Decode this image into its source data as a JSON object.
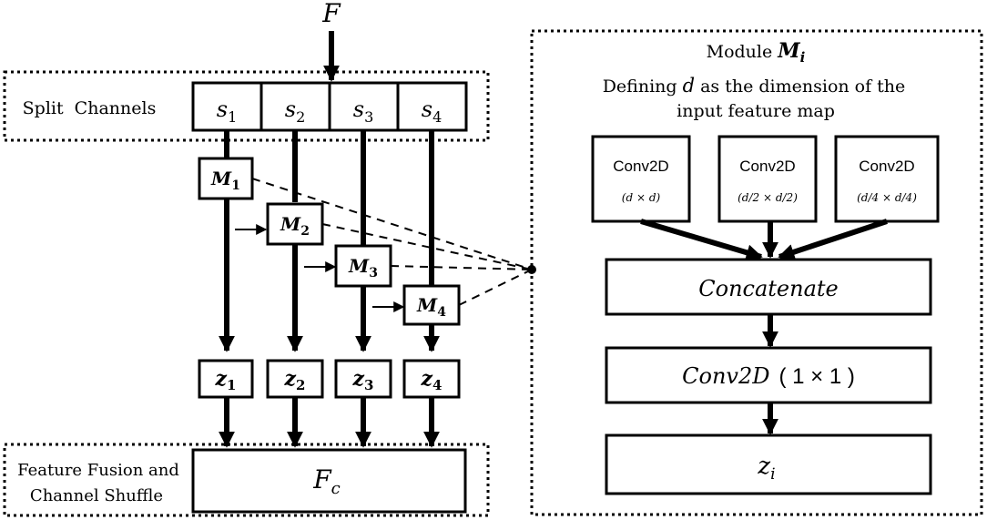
{
  "input_label": "F",
  "split_group_label": "Split  Channels",
  "split_cells": [
    {
      "base": "s",
      "sub": "1"
    },
    {
      "base": "s",
      "sub": "2"
    },
    {
      "base": "s",
      "sub": "3"
    },
    {
      "base": "s",
      "sub": "4"
    }
  ],
  "modules": [
    {
      "base": "M",
      "sub": "1"
    },
    {
      "base": "M",
      "sub": "2"
    },
    {
      "base": "M",
      "sub": "3"
    },
    {
      "base": "M",
      "sub": "4"
    }
  ],
  "outputs": [
    {
      "base": "z",
      "sub": "1"
    },
    {
      "base": "z",
      "sub": "2"
    },
    {
      "base": "z",
      "sub": "3"
    },
    {
      "base": "z",
      "sub": "4"
    }
  ],
  "fusion_group_label": [
    "Feature Fusion and",
    "Channel Shuffle"
  ],
  "fusion_output": {
    "base": "F",
    "sub": "c"
  },
  "module_panel": {
    "title_prefix": "Module",
    "title_symbol": {
      "base": "M",
      "sub": "i"
    },
    "description": {
      "line1_before": "Defining",
      "line1_var": "d",
      "line1_after": "as the dimension of the",
      "line2": "input feature map"
    },
    "convs": [
      {
        "label": "Conv2D",
        "kernel": "(d × d)"
      },
      {
        "label": "Conv2D",
        "kernel": "(d/2 × d/2)"
      },
      {
        "label": "Conv2D",
        "kernel": "(d/4 × d/4)"
      }
    ],
    "concat_label": "Concatenate",
    "conv1x1_label": "Conv2D",
    "conv1x1_kernel": "( 1 × 1 )",
    "output": {
      "base": "z",
      "sub": "i"
    }
  }
}
